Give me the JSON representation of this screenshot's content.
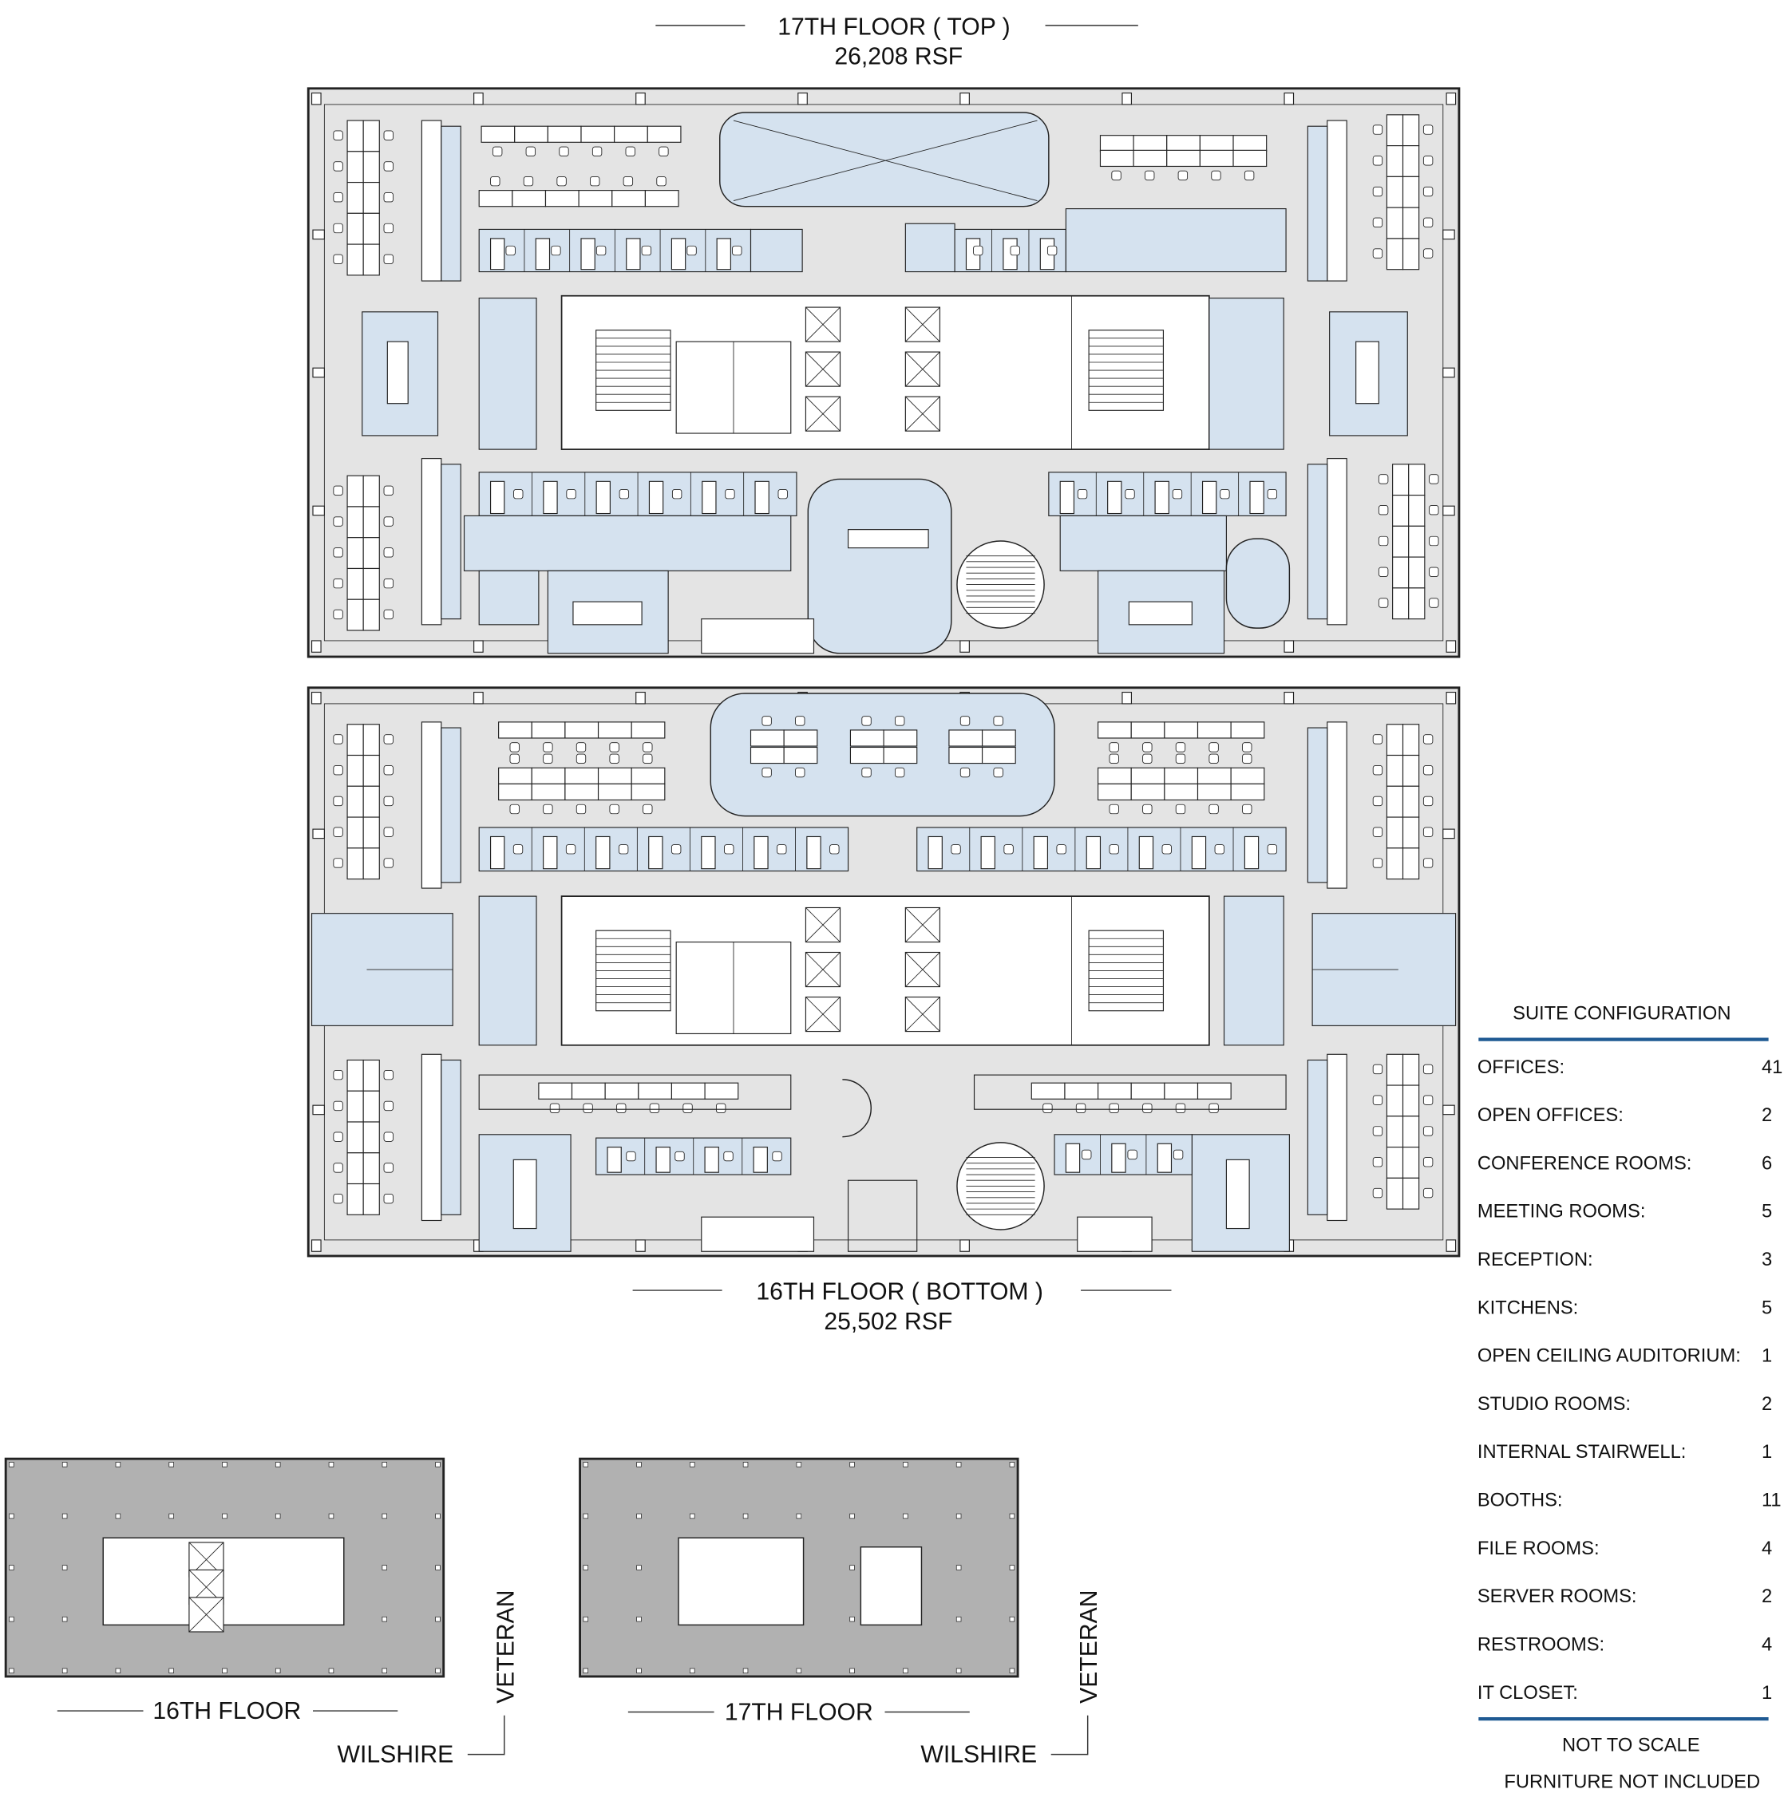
{
  "top_floor": {
    "title": "17TH FLOOR ( TOP )",
    "area": "26,208 RSF"
  },
  "bottom_floor": {
    "title": "16TH FLOOR ( BOTTOM )",
    "area": "25,502 RSF"
  },
  "key_plans": [
    {
      "label": "16TH FLOOR",
      "street_x": "WILSHIRE",
      "street_y": "VETERAN"
    },
    {
      "label": "17TH FLOOR",
      "street_x": "WILSHIRE",
      "street_y": "VETERAN"
    }
  ],
  "suite_configuration": {
    "title": "SUITE CONFIGURATION",
    "items": [
      {
        "label": "OFFICES:",
        "value": "41"
      },
      {
        "label": "OPEN OFFICES:",
        "value": "2"
      },
      {
        "label": "CONFERENCE ROOMS:",
        "value": "6"
      },
      {
        "label": "MEETING ROOMS:",
        "value": "5"
      },
      {
        "label": "RECEPTION:",
        "value": "3"
      },
      {
        "label": "KITCHENS:",
        "value": "5"
      },
      {
        "label": "OPEN CEILING AUDITORIUM:",
        "value": "1"
      },
      {
        "label": "STUDIO ROOMS:",
        "value": "2"
      },
      {
        "label": "INTERNAL STAIRWELL:",
        "value": "1"
      },
      {
        "label": "BOOTHS:",
        "value": "11"
      },
      {
        "label": "FILE ROOMS:",
        "value": "4"
      },
      {
        "label": "SERVER ROOMS:",
        "value": "2"
      },
      {
        "label": "RESTROOMS:",
        "value": "4"
      },
      {
        "label": "IT CLOSET:",
        "value": "1"
      }
    ],
    "notes": [
      "NOT TO SCALE",
      "FURNITURE NOT INCLUDED"
    ]
  },
  "colors": {
    "floor": "#e4e4e4",
    "room": "#d5e2ef",
    "keyplan": "#b1b1b1",
    "accent": "#1f5a93"
  }
}
